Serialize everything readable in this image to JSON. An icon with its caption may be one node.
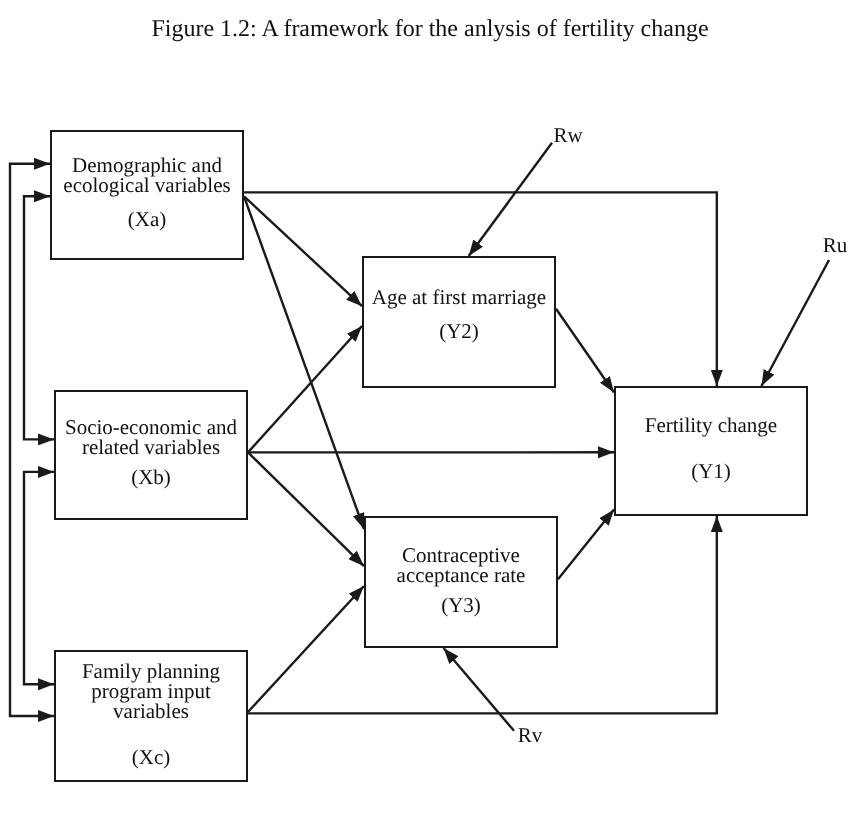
{
  "diagram": {
    "title": "Figure 1.2: A framework for the anlysis of fertility change",
    "nodes": [
      {
        "text": [
          "Demographic and ecological variables",
          "(Xa)"
        ]
      },
      {
        "text": [
          "Socio-economic and related variables",
          "(Xb)"
        ]
      },
      {
        "text": [
          "Family planning program input variables",
          "(Xc)"
        ]
      },
      {
        "text": [
          "Age at first marriage",
          "(Y2)"
        ]
      },
      {
        "text": [
          "Contraceptive acceptance rate",
          "(Y3)"
        ]
      },
      {
        "text": [
          "Fertility change",
          "(Y1)"
        ]
      },
      {
        "text": [
          "Rw"
        ]
      },
      {
        "text": [
          "Ru"
        ]
      },
      {
        "text": [
          "Rv"
        ]
      }
    ],
    "edges": [
      {
        "from": 0,
        "to": 1,
        "arrow": "both"
      },
      {
        "from": 1,
        "to": 2,
        "arrow": "both"
      },
      {
        "from": 0,
        "to": 2,
        "arrow": "both"
      },
      {
        "from": 0,
        "to": 5,
        "arrow": "to"
      },
      {
        "from": 0,
        "to": 3,
        "arrow": "to"
      },
      {
        "from": 0,
        "to": 4,
        "arrow": "to"
      },
      {
        "from": 1,
        "to": 3,
        "arrow": "to"
      },
      {
        "from": 1,
        "to": 5,
        "arrow": "to"
      },
      {
        "from": 1,
        "to": 4,
        "arrow": "to"
      },
      {
        "from": 2,
        "to": 4,
        "arrow": "to"
      },
      {
        "from": 2,
        "to": 5,
        "arrow": "to"
      },
      {
        "from": 3,
        "to": 5,
        "arrow": "to"
      },
      {
        "from": 4,
        "to": 5,
        "arrow": "to"
      },
      {
        "from": 6,
        "to": 3,
        "arrow": "to"
      },
      {
        "from": 7,
        "to": 5,
        "arrow": "to"
      },
      {
        "from": 8,
        "to": 4,
        "arrow": "to"
      }
    ]
  }
}
